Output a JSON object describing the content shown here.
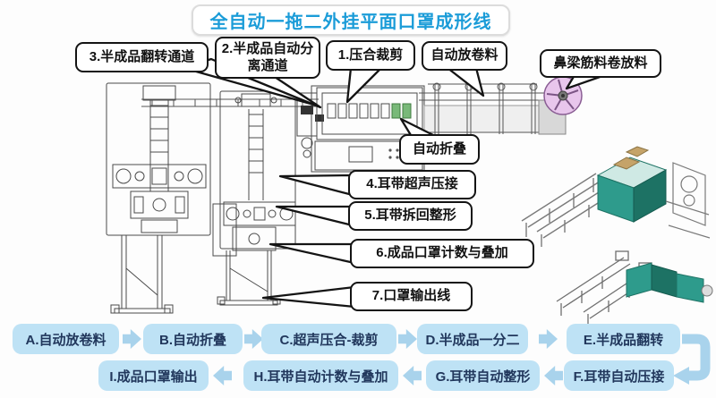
{
  "title": "全自动一拖二外挂平面口罩成形线",
  "callouts": {
    "flip3": "3.半成品翻转通道",
    "sep2": "2.半成品自动分离通道",
    "cut1": "1.压合裁剪",
    "feed": "自动放卷料",
    "nose": "鼻梁筋料卷放料",
    "fold": "自动折叠",
    "press4": "4.耳带超声压接",
    "shape5": "5.耳带拆回整形",
    "count6": "6.成品口罩计数与叠加",
    "out7": "7.口罩输出线"
  },
  "flow": {
    "a": "A.自动放卷料",
    "b": "B.自动折叠",
    "c": "C.超声压合-裁剪",
    "d": "D.半成品一分二",
    "e": "E.半成品翻转",
    "f": "F.耳带自动压接",
    "g": "G.耳带自动整形",
    "h": "H.耳带自动计数与叠加",
    "i": "I.成品口罩输出"
  },
  "colors": {
    "title_blue": "#1B9CD8",
    "flow_box": "#BEE2F5",
    "flow_arrow": "#A9D3EC",
    "flow_text": "#21375C",
    "roll_purple": "#E8C6EC",
    "machine_teal": "#2E9B8C"
  }
}
